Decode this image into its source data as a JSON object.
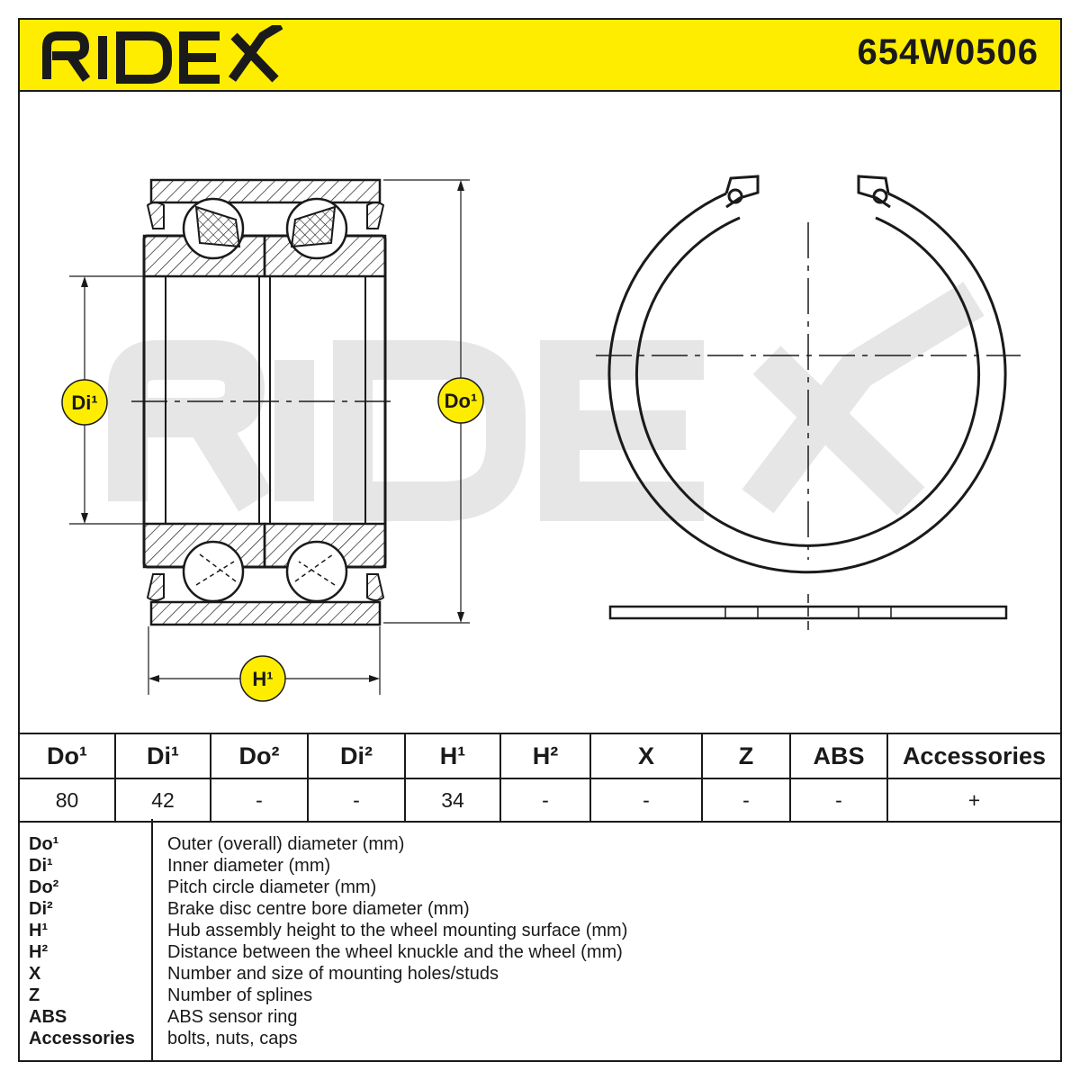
{
  "header": {
    "brand": "RIDEX",
    "part_number": "654W0506"
  },
  "drawing": {
    "labels": {
      "di1": "Di¹",
      "do1": "Do¹",
      "h1": "H¹"
    },
    "watermark": "RIDEX"
  },
  "colors": {
    "accent": "#ffed00",
    "line": "#1a1a1a",
    "watermark": "#e6e6e6"
  },
  "spec_table": {
    "headers": [
      "Do¹",
      "Di¹",
      "Do²",
      "Di²",
      "H¹",
      "H²",
      "X",
      "Z",
      "ABS",
      "Accessories"
    ],
    "values": [
      "80",
      "42",
      "-",
      "-",
      "34",
      "-",
      "-",
      "-",
      "-",
      "+"
    ]
  },
  "legend": [
    {
      "key": "Do¹",
      "desc": "Outer (overall) diameter (mm)"
    },
    {
      "key": "Di¹",
      "desc": "Inner diameter (mm)"
    },
    {
      "key": "Do²",
      "desc": "Pitch circle diameter (mm)"
    },
    {
      "key": "Di²",
      "desc": "Brake disc centre bore diameter (mm)"
    },
    {
      "key": "H¹",
      "desc": "Hub assembly height to the wheel mounting surface (mm)"
    },
    {
      "key": "H²",
      "desc": "Distance between the wheel knuckle and the wheel (mm)"
    },
    {
      "key": "X",
      "desc": "Number and size of mounting holes/studs"
    },
    {
      "key": "Z",
      "desc": "Number of splines"
    },
    {
      "key": "ABS",
      "desc": "ABS sensor ring"
    },
    {
      "key": "Accessories",
      "desc": "bolts, nuts, caps"
    }
  ]
}
